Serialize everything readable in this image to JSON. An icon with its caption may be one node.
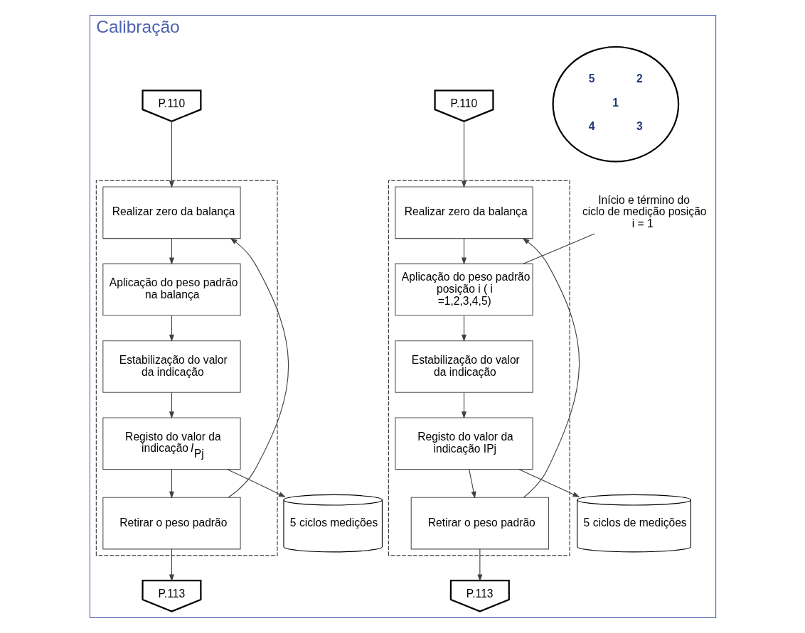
{
  "diagram": {
    "nodes": [
      {
        "text": [
          "Calibração"
        ]
      },
      {
        "text": [
          "P.110"
        ],
        "in": 0
      },
      {
        "text": [],
        "shape": "box",
        "in": 0
      },
      {
        "text": [
          "Realizar zero da balança"
        ],
        "in": 2
      },
      {
        "text": [
          "Aplicação do peso padrão na balança"
        ],
        "in": 2
      },
      {
        "text": [
          "Estabilização do valor da indicação"
        ],
        "in": 2
      },
      {
        "text": [
          "Registo do valor da indicação *I*$_{Pj}$"
        ],
        "in": 2
      },
      {
        "text": [
          "Retirar o peso padrão"
        ],
        "in": 2
      },
      {
        "text": [
          "5 ciclos medições"
        ],
        "in": 0
      },
      {
        "text": [
          "P.113"
        ],
        "in": 0
      },
      {
        "text": [
          "P.110"
        ],
        "in": 0
      },
      {
        "text": [],
        "shape": "box",
        "in": 0
      },
      {
        "text": [
          "Realizar zero da balança"
        ],
        "in": 11
      },
      {
        "text": [
          "Aplicação do peso padrão posição i ( i =1,2,3,4,5)"
        ],
        "in": 11
      },
      {
        "text": [
          "Estabilização do valor da indicação"
        ],
        "in": 11
      },
      {
        "text": [
          "Registo do valor da indicação IPj"
        ],
        "in": 11
      },
      {
        "text": [
          "Retirar o peso padrão"
        ],
        "in": 11
      },
      {
        "text": [
          "5 ciclos de medições"
        ],
        "in": 0
      },
      {
        "text": [
          "P.113"
        ],
        "in": 0
      },
      {
        "text": [
          "Início e término do ciclo de medição posição i = 1"
        ],
        "in": 0
      },
      {
        "text": [
          "5",
          "2",
          "1",
          "4",
          "3"
        ],
        "in": 0
      }
    ],
    "edges": [
      {
        "from": 1,
        "to": 3,
        "arrow": "to"
      },
      {
        "from": 3,
        "to": 4,
        "arrow": "to"
      },
      {
        "from": 4,
        "to": 5,
        "arrow": "to"
      },
      {
        "from": 5,
        "to": 6,
        "arrow": "to"
      },
      {
        "from": 6,
        "to": 7,
        "arrow": "to"
      },
      {
        "from": 7,
        "to": 3,
        "arrow": "to"
      },
      {
        "from": 6,
        "to": 8,
        "arrow": "to"
      },
      {
        "from": 7,
        "to": 9,
        "arrow": "to"
      },
      {
        "from": 10,
        "to": 12,
        "arrow": "to"
      },
      {
        "from": 12,
        "to": 13,
        "arrow": "to"
      },
      {
        "from": 13,
        "to": 14,
        "arrow": "to"
      },
      {
        "from": 14,
        "to": 15,
        "arrow": "to"
      },
      {
        "from": 15,
        "to": 16,
        "arrow": "to"
      },
      {
        "from": 16,
        "to": 12,
        "arrow": "to"
      },
      {
        "from": 15,
        "to": 17,
        "arrow": "to"
      },
      {
        "from": 16,
        "to": 18,
        "arrow": "to"
      },
      {
        "from": 19,
        "to": 13,
        "arrow": "none"
      }
    ]
  }
}
